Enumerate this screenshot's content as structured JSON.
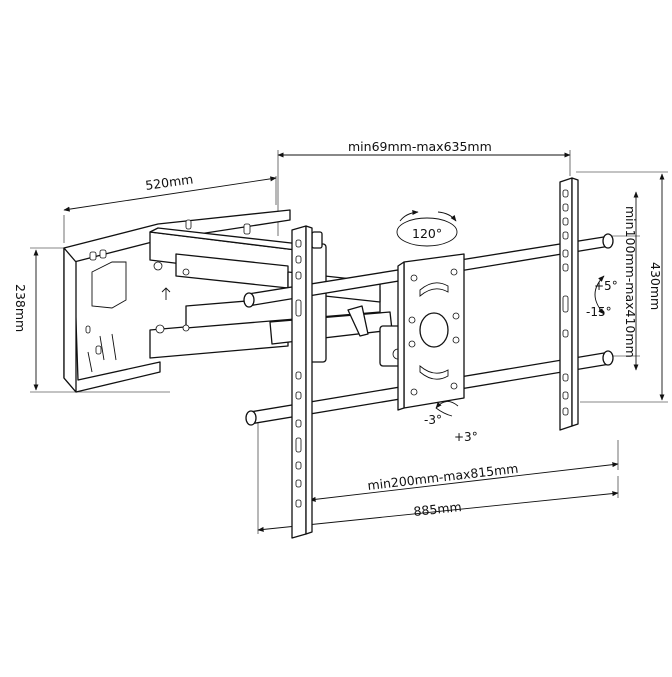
{
  "dimensions": {
    "depth": "520mm",
    "depth_range": "min69mm-max635mm",
    "height": "238mm",
    "vertical_spacing": "min100mm-max410mm",
    "total_height": "430mm",
    "horizontal_spacing": "min200mm-max815mm",
    "total_width": "885mm"
  },
  "angles": {
    "swivel": "120°",
    "tilt_up": "+5°",
    "tilt_down": "-15°",
    "rotate_left": "-3°",
    "rotate_right": "+3°"
  }
}
